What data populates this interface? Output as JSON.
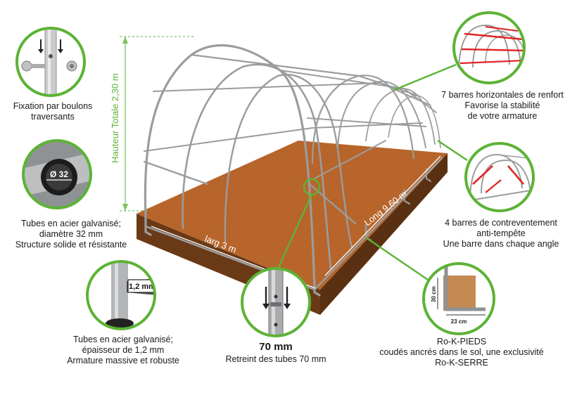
{
  "colors": {
    "accent_green": "#5cb335",
    "soil": "#b7652b",
    "soil_dark": "#6a3a17",
    "frame": "#9a9c9e"
  },
  "dimensions": {
    "height": "Hauteur Totale 2,30 m",
    "width": "larg 3 m",
    "length": "Long 9,60 m"
  },
  "callouts": {
    "bolts": {
      "icon": "bolt-fixation-icon",
      "lines": [
        "Fixation par boulons",
        "traversants"
      ]
    },
    "tube_diameter": {
      "icon": "tube-section-icon",
      "inset_label": "Ø 32",
      "lines": [
        "Tubes en acier galvanisé;",
        "diamètre 32 mm",
        "Structure solide et résistante"
      ]
    },
    "tube_thickness": {
      "icon": "tube-thickness-icon",
      "inset_label": "1,2 mm",
      "lines": [
        "Tubes en acier galvanisé;",
        "épaisseur de 1,2 mm",
        "Armature massive et robuste"
      ]
    },
    "tube_shrink": {
      "icon": "tube-shrink-icon",
      "headline": "70 mm",
      "lines": [
        "Retreint des tubes 70 mm"
      ]
    },
    "feet": {
      "icon": "ground-foot-icon",
      "inset_height": "30 cm",
      "inset_width": "23 cm",
      "lines": [
        "Ro-K-PIEDS",
        "coudés ancrés dans le sol, une exclusivité",
        "Ro-K-SERRE"
      ]
    },
    "wind_bars": {
      "icon": "wind-brace-icon",
      "lines": [
        "4 barres de contreventement",
        "anti-tempête",
        "Une barre dans chaque angle"
      ]
    },
    "horizontal_bars": {
      "icon": "horizontal-bars-icon",
      "lines": [
        "7 barres horizontales de renfort",
        "Favorise la stabilité",
        "de votre armature"
      ]
    }
  }
}
